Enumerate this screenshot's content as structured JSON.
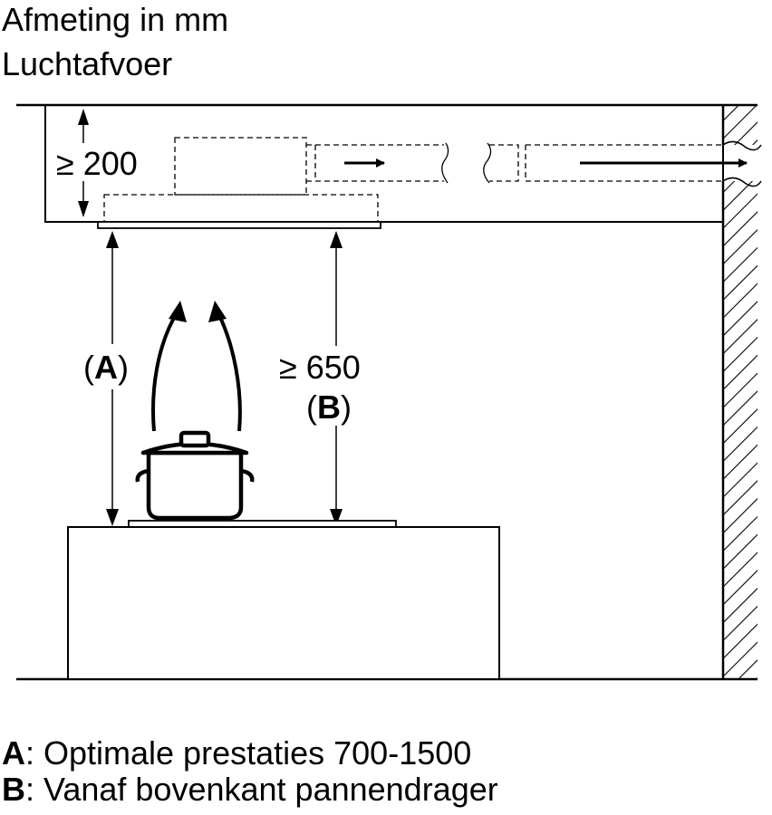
{
  "header": {
    "line1": "Afmeting in mm",
    "line2": "Luchtafvoer"
  },
  "diagram": {
    "ceiling_gap_label": "≥ 200",
    "label_a": "(A)",
    "label_b_value": "≥ 650",
    "label_b": "(B)"
  },
  "legend": [
    {
      "key": "A",
      "text": ": Optimale prestaties 700-1500"
    },
    {
      "key": "B",
      "text": ": Vanaf bovenkant pannendrager"
    }
  ]
}
